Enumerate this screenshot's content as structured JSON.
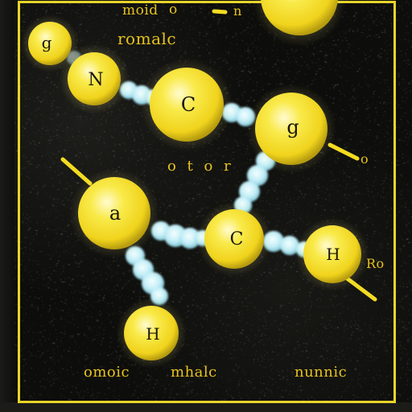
{
  "colors": {
    "frame": "#e8d52a",
    "atom": "#f5e12a",
    "bond": "#b9e8f2",
    "text": "#e6c21f",
    "background": "#0d0d0b"
  },
  "labels": {
    "top_left": "moid",
    "top_mid": "o",
    "top_right": "n",
    "subtitle": "romalc",
    "mid": "o t o r",
    "right_upper": "o",
    "right_lower": "Ro",
    "bottom_left": "omoic",
    "bottom_mid": "mhalc",
    "bottom_right": "nunnic"
  },
  "atoms": [
    {
      "id": "g-top",
      "label": "g"
    },
    {
      "id": "n",
      "label": "N"
    },
    {
      "id": "c-top",
      "label": "C"
    },
    {
      "id": "g-right",
      "label": "g"
    },
    {
      "id": "a",
      "label": "a"
    },
    {
      "id": "c-mid",
      "label": "C"
    },
    {
      "id": "h-right",
      "label": "H"
    },
    {
      "id": "h-bottom",
      "label": "H"
    },
    {
      "id": "top-corner",
      "label": ""
    }
  ]
}
